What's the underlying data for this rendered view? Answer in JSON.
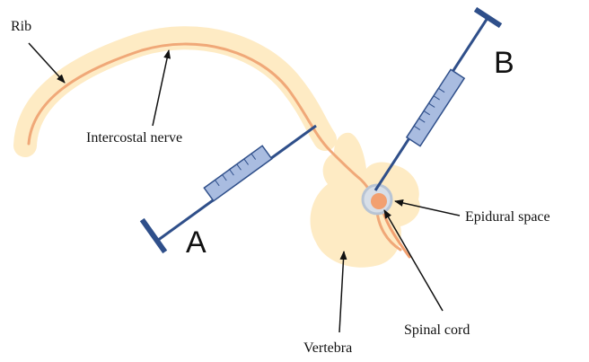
{
  "labels": {
    "rib": "Rib",
    "intercostal_nerve": "Intercostal nerve",
    "epidural_space": "Epidural space",
    "spinal_cord": "Spinal cord",
    "vertebra": "Vertebra",
    "needle_a": "A",
    "needle_b": "B"
  },
  "colors": {
    "bone": "#FEEBC4",
    "nerve": "#F0A878",
    "cord": "#F2A070",
    "syringe_fill": "#A9BCE0",
    "syringe_stroke": "#2F4F8A",
    "needle": "#2F4F8A",
    "epidural_ring": "#B8C4D4",
    "arrow": "#111111"
  }
}
